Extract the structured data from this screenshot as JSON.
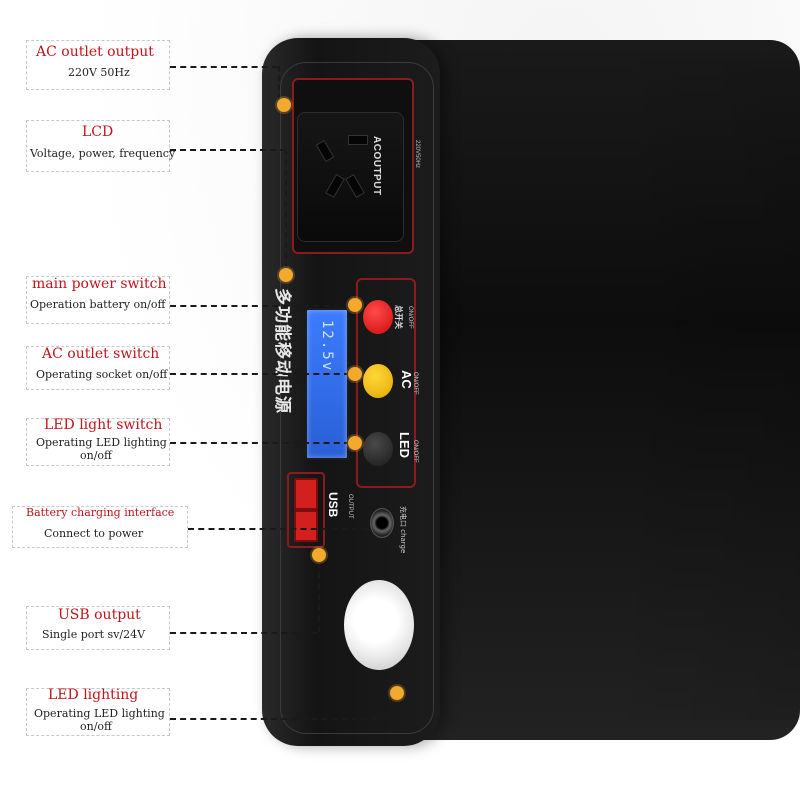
{
  "device": {
    "socket_label": "ACOUTPUT",
    "socket_sublabel": "220V50Hz",
    "brand_text": "多功能移动电源",
    "lcd_text": "12.5v",
    "buttons": [
      {
        "label": "总开关",
        "sub": "ON/OFF",
        "color": "#e21818"
      },
      {
        "label": "AC",
        "sub": "ON/OFF",
        "color": "#f4c21a"
      },
      {
        "label": "LED",
        "sub": "ON/OFF",
        "color": "#2b2b2b"
      }
    ],
    "usb_label": "USB",
    "usb_sub": "OUTPUT",
    "charge_label": "充电口 charge"
  },
  "callouts": [
    {
      "title": "AC outlet output",
      "desc": "220V 50Hz"
    },
    {
      "title": "LCD",
      "desc": "Voltage, power, frequency"
    },
    {
      "title": "main power switch",
      "desc": "Operation battery on/off"
    },
    {
      "title": "AC outlet switch",
      "desc": "Operating socket on/off"
    },
    {
      "title": "LED light switch",
      "desc": "Operating LED lighting",
      "desc2": "on/off"
    },
    {
      "title": "Battery charging interface",
      "desc": "Connect to power"
    },
    {
      "title": "USB output",
      "desc": "Single port sv/24V"
    },
    {
      "title": "LED lighting",
      "desc": "Operating LED lighting",
      "desc2": "on/off"
    }
  ],
  "colors": {
    "callout_title": "#c0141a",
    "marker_dot": "#f2a92e",
    "frame_red": "#8b1c1c",
    "lcd_blue": "#3b7cff"
  }
}
